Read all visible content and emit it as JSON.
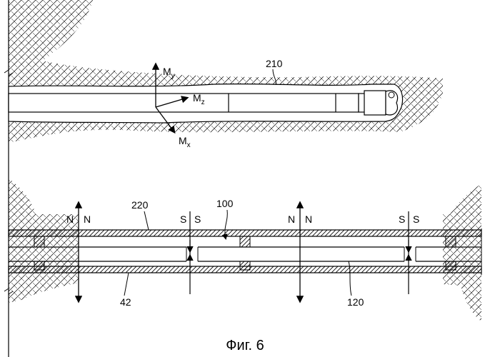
{
  "figure": {
    "caption": "Фиг. 6",
    "top_section": {
      "borehole_label": "210",
      "axis_x": "M",
      "axis_x_sub": "x",
      "axis_y": "M",
      "axis_y_sub": "y",
      "axis_z": "M",
      "axis_z_sub": "z"
    },
    "bottom_section": {
      "casing_label": "220",
      "tubular_label": "100",
      "string_label": "120",
      "formation_label": "42",
      "poles": [
        {
          "left": "N",
          "right": "N"
        },
        {
          "left": "S",
          "right": "S"
        },
        {
          "left": "N",
          "right": "N"
        },
        {
          "left": "S",
          "right": "S"
        }
      ]
    },
    "colors": {
      "line": "#000000",
      "background": "#ffffff"
    }
  }
}
